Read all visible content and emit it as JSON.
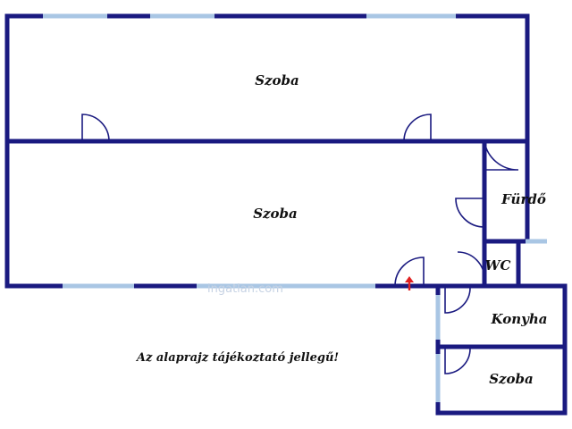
{
  "floorplan": {
    "rooms": {
      "szoba_top": "Szoba",
      "szoba_middle": "Szoba",
      "furdo": "Fürdő",
      "wc": "WC",
      "konyha": "Konyha",
      "szoba_small": "Szoba"
    },
    "note": "Az alaprajz tájékoztató jellegű!",
    "watermark": "ingatlan.com",
    "colors": {
      "wall": "#1a1a80",
      "window": "#a9c6e4",
      "entrance_arrow": "#e02020"
    }
  }
}
